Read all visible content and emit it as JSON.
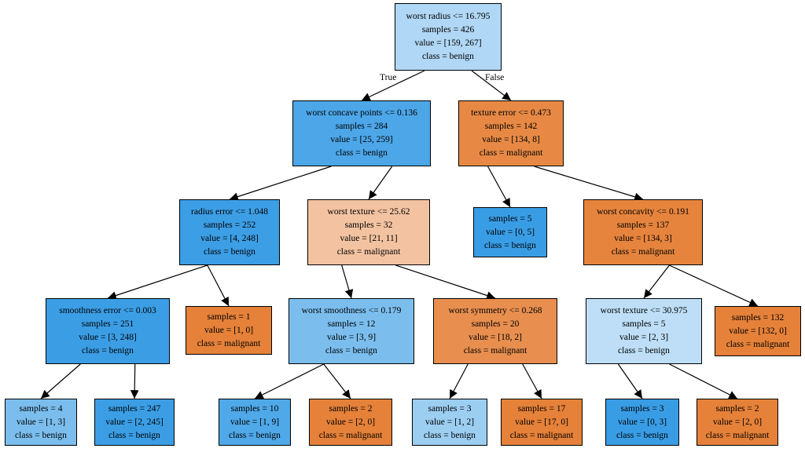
{
  "edge_labels": {
    "true_label": "True",
    "false_label": "False"
  },
  "colors": {
    "edge": "#000000",
    "border": "#000000"
  },
  "nodes": [
    {
      "id": "n0",
      "lines": [
        "worst radius <= 16.795",
        "samples = 426",
        "value = [159, 267]",
        "class = benign"
      ],
      "fill": "#b0d7f5"
    },
    {
      "id": "n1",
      "lines": [
        "worst concave points <= 0.136",
        "samples = 284",
        "value = [25, 259]",
        "class = benign"
      ],
      "fill": "#4ca6e8"
    },
    {
      "id": "n2",
      "lines": [
        "radius error <= 1.048",
        "samples = 252",
        "value = [4, 248]",
        "class = benign"
      ],
      "fill": "#3c9ee5"
    },
    {
      "id": "n3",
      "lines": [
        "smoothness error <= 0.003",
        "samples = 251",
        "value = [3, 248]",
        "class = benign"
      ],
      "fill": "#3b9ee5"
    },
    {
      "id": "n4",
      "lines": [
        "samples = 4",
        "value = [1, 3]",
        "class = benign"
      ],
      "fill": "#7bbeee"
    },
    {
      "id": "n5",
      "lines": [
        "samples = 247",
        "value = [2, 245]",
        "class = benign"
      ],
      "fill": "#3b9ee5"
    },
    {
      "id": "n6",
      "lines": [
        "samples = 1",
        "value = [1, 0]",
        "class = malignant"
      ],
      "fill": "#e58139"
    },
    {
      "id": "n7",
      "lines": [
        "worst texture <= 25.62",
        "samples = 32",
        "value = [21, 11]",
        "class = malignant"
      ],
      "fill": "#f3c3a1"
    },
    {
      "id": "n8",
      "lines": [
        "worst smoothness <= 0.179",
        "samples = 12",
        "value = [3, 9]",
        "class = benign"
      ],
      "fill": "#7bbeee"
    },
    {
      "id": "n9",
      "lines": [
        "samples = 10",
        "value = [1, 9]",
        "class = benign"
      ],
      "fill": "#4fa8e8"
    },
    {
      "id": "n10",
      "lines": [
        "samples = 2",
        "value = [2, 0]",
        "class = malignant"
      ],
      "fill": "#e58139"
    },
    {
      "id": "n11",
      "lines": [
        "worst symmetry <= 0.268",
        "samples = 20",
        "value = [18, 2]",
        "class = malignant"
      ],
      "fill": "#e88f4f"
    },
    {
      "id": "n12",
      "lines": [
        "samples = 3",
        "value = [1, 2]",
        "class = benign"
      ],
      "fill": "#9ccef2"
    },
    {
      "id": "n13",
      "lines": [
        "samples = 17",
        "value = [17, 0]",
        "class = malignant"
      ],
      "fill": "#e58139"
    },
    {
      "id": "n14",
      "lines": [
        "texture error <= 0.473",
        "samples = 142",
        "value = [134, 8]",
        "class = malignant"
      ],
      "fill": "#e78945"
    },
    {
      "id": "n15",
      "lines": [
        "samples = 5",
        "value = [0, 5]",
        "class = benign"
      ],
      "fill": "#399de5"
    },
    {
      "id": "n16",
      "lines": [
        "worst concavity <= 0.191",
        "samples = 137",
        "value = [134, 3]",
        "class = malignant"
      ],
      "fill": "#e6843d"
    },
    {
      "id": "n17",
      "lines": [
        "worst texture <= 30.975",
        "samples = 5",
        "value = [2, 3]",
        "class = benign"
      ],
      "fill": "#bddef6"
    },
    {
      "id": "n18",
      "lines": [
        "samples = 3",
        "value = [0, 3]",
        "class = benign"
      ],
      "fill": "#399de5"
    },
    {
      "id": "n19",
      "lines": [
        "samples = 2",
        "value = [2, 0]",
        "class = malignant"
      ],
      "fill": "#e58139"
    },
    {
      "id": "n20",
      "lines": [
        "samples = 132",
        "value = [132, 0]",
        "class = malignant"
      ],
      "fill": "#e58139"
    }
  ],
  "edges": [
    [
      "n0",
      "n1"
    ],
    [
      "n0",
      "n14"
    ],
    [
      "n1",
      "n2"
    ],
    [
      "n1",
      "n7"
    ],
    [
      "n2",
      "n3"
    ],
    [
      "n2",
      "n6"
    ],
    [
      "n3",
      "n4"
    ],
    [
      "n3",
      "n5"
    ],
    [
      "n7",
      "n8"
    ],
    [
      "n7",
      "n11"
    ],
    [
      "n8",
      "n9"
    ],
    [
      "n8",
      "n10"
    ],
    [
      "n11",
      "n12"
    ],
    [
      "n11",
      "n13"
    ],
    [
      "n14",
      "n15"
    ],
    [
      "n14",
      "n16"
    ],
    [
      "n16",
      "n17"
    ],
    [
      "n16",
      "n20"
    ],
    [
      "n17",
      "n18"
    ],
    [
      "n17",
      "n19"
    ]
  ]
}
